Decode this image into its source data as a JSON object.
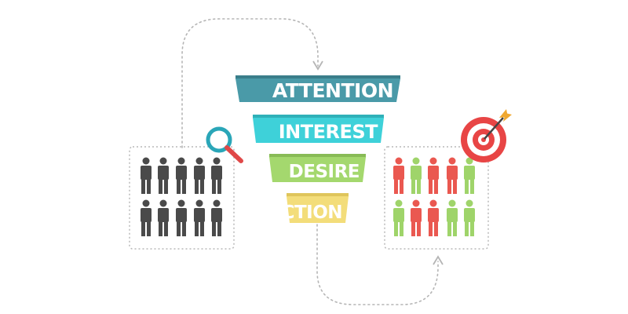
{
  "funnel": {
    "stages": [
      {
        "label": "ATTENTION",
        "color": "#4a9aa8",
        "shade": "#3a7e8a"
      },
      {
        "label": "INTEREST",
        "color": "#3ed1d9",
        "shade": "#2fb0b8"
      },
      {
        "label": "DESIRE",
        "color": "#a4d86e",
        "shade": "#88bb56"
      },
      {
        "label": "ACTION",
        "color": "#f3dd7a",
        "shade": "#dfc55b"
      }
    ]
  },
  "audience": {
    "rows": 2,
    "per_row": 5,
    "color": "#4a4a4a"
  },
  "converted": {
    "rows": [
      [
        "red",
        "green",
        "red",
        "red",
        "green"
      ],
      [
        "green",
        "red",
        "red",
        "green",
        "green"
      ]
    ],
    "colors": {
      "red": "#ea5850",
      "green": "#9fd46a"
    }
  },
  "colors": {
    "flow_line": "#b5b5b5",
    "box_border": "#b8b8b8",
    "magnifier": "#2aa6b8",
    "magnifier_handle": "#e04848",
    "target_red": "#e84545",
    "target_white": "#ffffff",
    "dart": "#f0a830"
  },
  "icons": [
    "magnifier-icon",
    "target-icon",
    "person-icon"
  ]
}
